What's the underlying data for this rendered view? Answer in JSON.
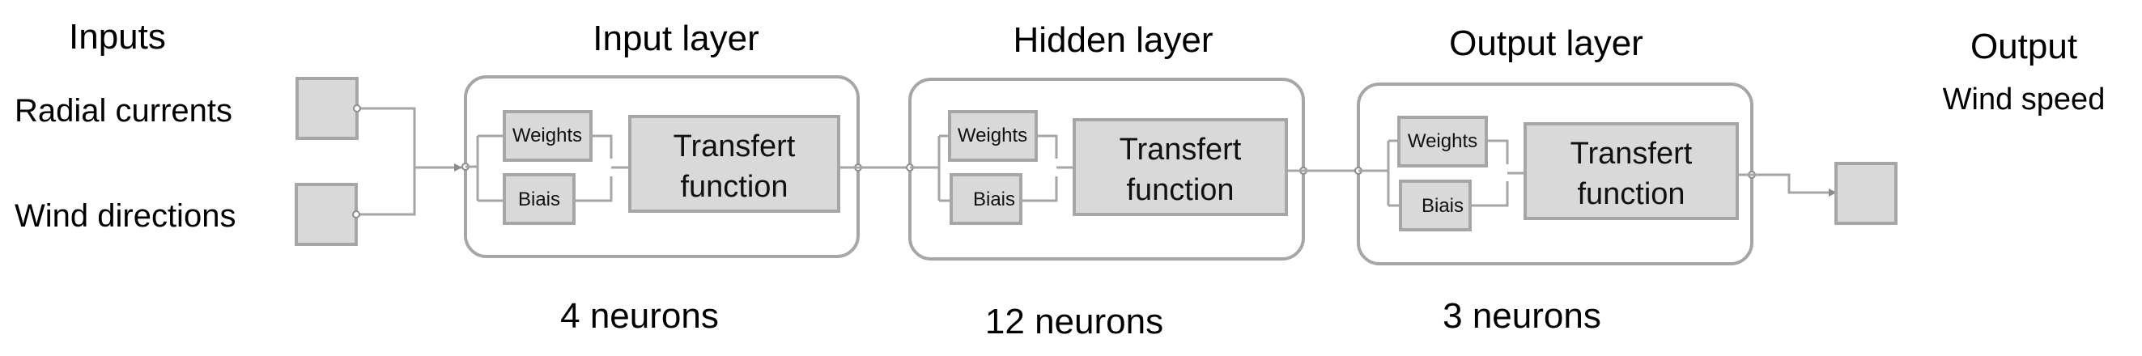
{
  "inputs_title": "Inputs",
  "input_labels": [
    "Radial currents",
    "Wind directions"
  ],
  "output_title": "Output",
  "output_label": "Wind speed",
  "layers": [
    {
      "title": "Input layer",
      "weights": "Weights",
      "bias": "Biais",
      "transfer_line1": "Transfert",
      "transfer_line2": "function",
      "neurons": "4 neurons"
    },
    {
      "title": "Hidden layer",
      "weights": "Weights",
      "bias": "Biais",
      "transfer_line1": "Transfert",
      "transfer_line2": "function",
      "neurons": "12 neurons"
    },
    {
      "title": "Output layer",
      "weights": "Weights",
      "bias": "Biais",
      "transfer_line1": "Transfert",
      "transfer_line2": "function",
      "neurons": "3 neurons"
    }
  ],
  "colors": {
    "box_fill": "#d9d9d9",
    "stroke": "#a6a6a6"
  }
}
